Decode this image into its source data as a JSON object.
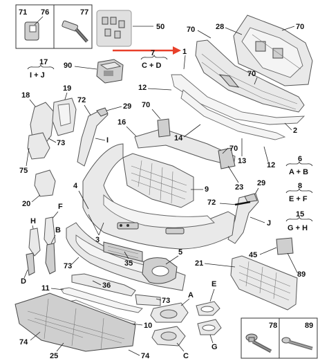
{
  "labels": {
    "l71": "71",
    "l76": "76",
    "l77": "77",
    "l50": "50",
    "l70a": "70",
    "l28": "28",
    "l70b": "70",
    "l7": "7",
    "l7sub": "C + D",
    "l17": "17",
    "l17sub": "I + J",
    "l90": "90",
    "l1": "1",
    "l70c": "70",
    "l12a": "12",
    "l18": "18",
    "l19": "19",
    "l72a": "72",
    "l29a": "29",
    "l70d": "70",
    "l16": "16",
    "l14": "14",
    "l2": "2",
    "l73a": "73",
    "l75": "75",
    "lI": "I",
    "l70e": "70",
    "l13": "13",
    "l12b": "12",
    "l6": "6",
    "l6sub": "A + B",
    "l20": "20",
    "l9": "9",
    "l23": "23",
    "l29b": "29",
    "l8": "8",
    "l8sub": "E + F",
    "l4": "4",
    "lF": "F",
    "l72b": "72",
    "l15": "15",
    "l15sub": "G + H",
    "lH": "H",
    "lB": "B",
    "lJ": "J",
    "l3": "3",
    "l5": "5",
    "l45": "45",
    "l35": "35",
    "l21": "21",
    "l89a": "89",
    "l73b": "73",
    "lD": "D",
    "l36": "36",
    "l11": "11",
    "lA": "A",
    "lE": "E",
    "l73c": "73",
    "l10": "10",
    "l74a": "74",
    "lC": "C",
    "lG": "G",
    "l78": "78",
    "l89b": "89",
    "l25": "25",
    "l74b": "74"
  },
  "accent": "#e8402a"
}
